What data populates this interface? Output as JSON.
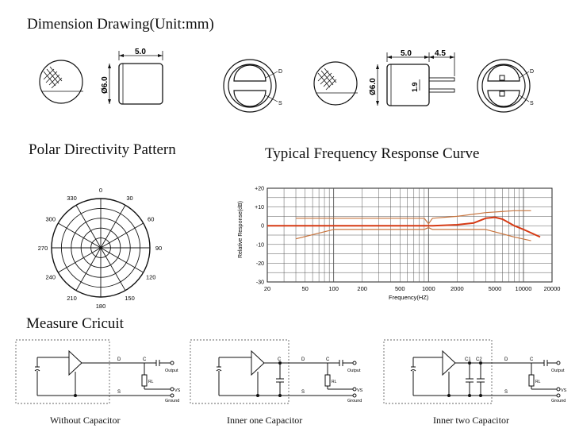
{
  "headings": {
    "dimension": "Dimension Drawing(Unit:mm)",
    "polar": "Polar Directivity Pattern",
    "frequency": "Typical Frequency Response Curve",
    "measure": "Measure Cricuit"
  },
  "dimension": {
    "width_label": "5.0",
    "diameter_label": "Ø6.0",
    "pin_length_label": "4.5",
    "pin_spacing_label": "1.9",
    "pin_d": "D",
    "pin_s": "S"
  },
  "polar": {
    "angles": [
      "0",
      "30",
      "60",
      "90",
      "120",
      "150",
      "180",
      "210",
      "240",
      "270",
      "300",
      "330"
    ]
  },
  "chart_data": {
    "type": "line",
    "title": "Typical Frequency Response Curve",
    "xlabel": "Frequency(HZ)",
    "ylabel": "Relative Response(dB)",
    "xscale": "log",
    "xlim": [
      20,
      20000
    ],
    "ylim": [
      -30,
      20
    ],
    "x_ticks": [
      "20",
      "50",
      "100",
      "200",
      "500",
      "1000",
      "2000",
      "5000",
      "10000",
      "20000"
    ],
    "y_ticks": [
      "+20",
      "+10",
      "0",
      "-10",
      "-20",
      "-30"
    ],
    "grid": true,
    "series": [
      {
        "x": [
          20,
          100,
          500,
          900,
          1000,
          1100,
          2000,
          3000,
          4000,
          5000,
          6000,
          8000,
          10000,
          15000
        ],
        "y": [
          0,
          0,
          0,
          0,
          0,
          0,
          0.5,
          1.5,
          4,
          4.5,
          3.5,
          0,
          -2,
          -6
        ]
      },
      {
        "x": [
          40,
          100,
          500,
          900,
          1000,
          1100,
          2000,
          4000,
          8000,
          12000
        ],
        "y": [
          4,
          4,
          4,
          4,
          1,
          4,
          5,
          7,
          8,
          8
        ]
      },
      {
        "x": [
          40,
          100,
          500,
          900,
          1000,
          1100,
          2000,
          4000,
          8000,
          12000
        ],
        "y": [
          -7,
          -2,
          -2,
          -2,
          -1,
          -2,
          -2,
          -2,
          -6,
          -8
        ]
      }
    ],
    "colors": {
      "main": "#d63a14",
      "bounds": "#c8753f",
      "grid": "#555555"
    }
  },
  "circuits": [
    {
      "caption": "Without Capacitor",
      "labels": {
        "d": "D",
        "c": "C",
        "s": "S",
        "rl": "RL",
        "output": "Output",
        "vs": "VS",
        "ground": "Ground"
      }
    },
    {
      "caption": "Inner one Capacitor",
      "labels": {
        "c_inner": "C",
        "d": "D",
        "c": "C",
        "s": "S",
        "rl": "RL",
        "output": "Output",
        "vs": "VS",
        "ground": "Ground"
      }
    },
    {
      "caption": "Inner two Capacitor",
      "labels": {
        "c1": "C1",
        "c2": "C2",
        "d": "D",
        "c": "C",
        "s": "S",
        "rl": "RL",
        "output": "Output",
        "vs": "VS",
        "ground": "Ground"
      }
    }
  ]
}
